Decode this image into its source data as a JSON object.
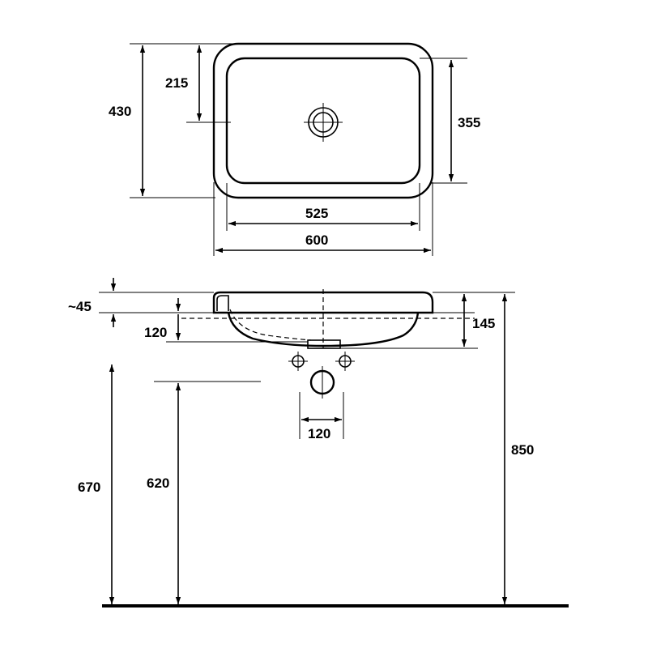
{
  "dimensions": {
    "top_depth": "430",
    "drain_offset": "215",
    "inner_depth": "355",
    "inner_width": "525",
    "outer_width": "600",
    "rim_thickness": "~45",
    "bowl_depth": "120",
    "total_height": "145",
    "trap_spacing": "120",
    "outlet_height": "670",
    "supply_height": "620",
    "rim_height": "850"
  },
  "colors": {
    "line": "#000000",
    "background": "#ffffff"
  },
  "icons": {
    "drain": "drain-crosshair-icon",
    "fixing_hole": "fixing-hole-icon"
  }
}
